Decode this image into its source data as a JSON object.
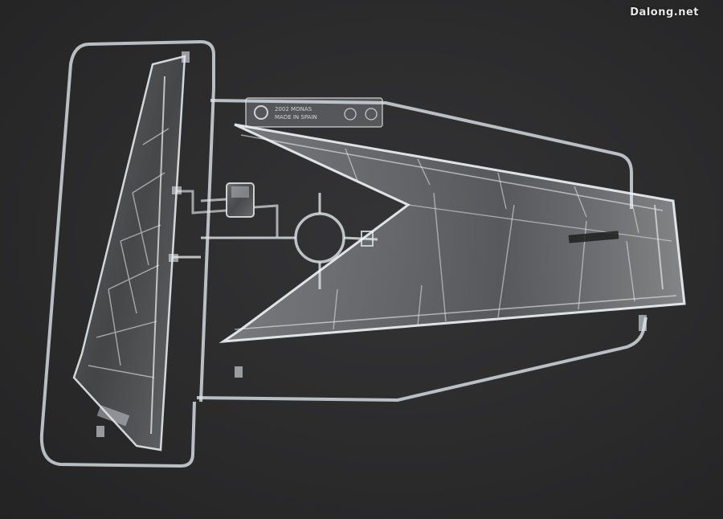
{
  "watermark": "Dalong.net",
  "sprue_engraving": {
    "line1": "2002 MONAS",
    "line2": "MADE IN SPAIN"
  },
  "colors": {
    "background": "#2a2a2b",
    "clear_plastic_edge": "#e6eaee",
    "clear_plastic_fill": "#cfd6dc"
  }
}
